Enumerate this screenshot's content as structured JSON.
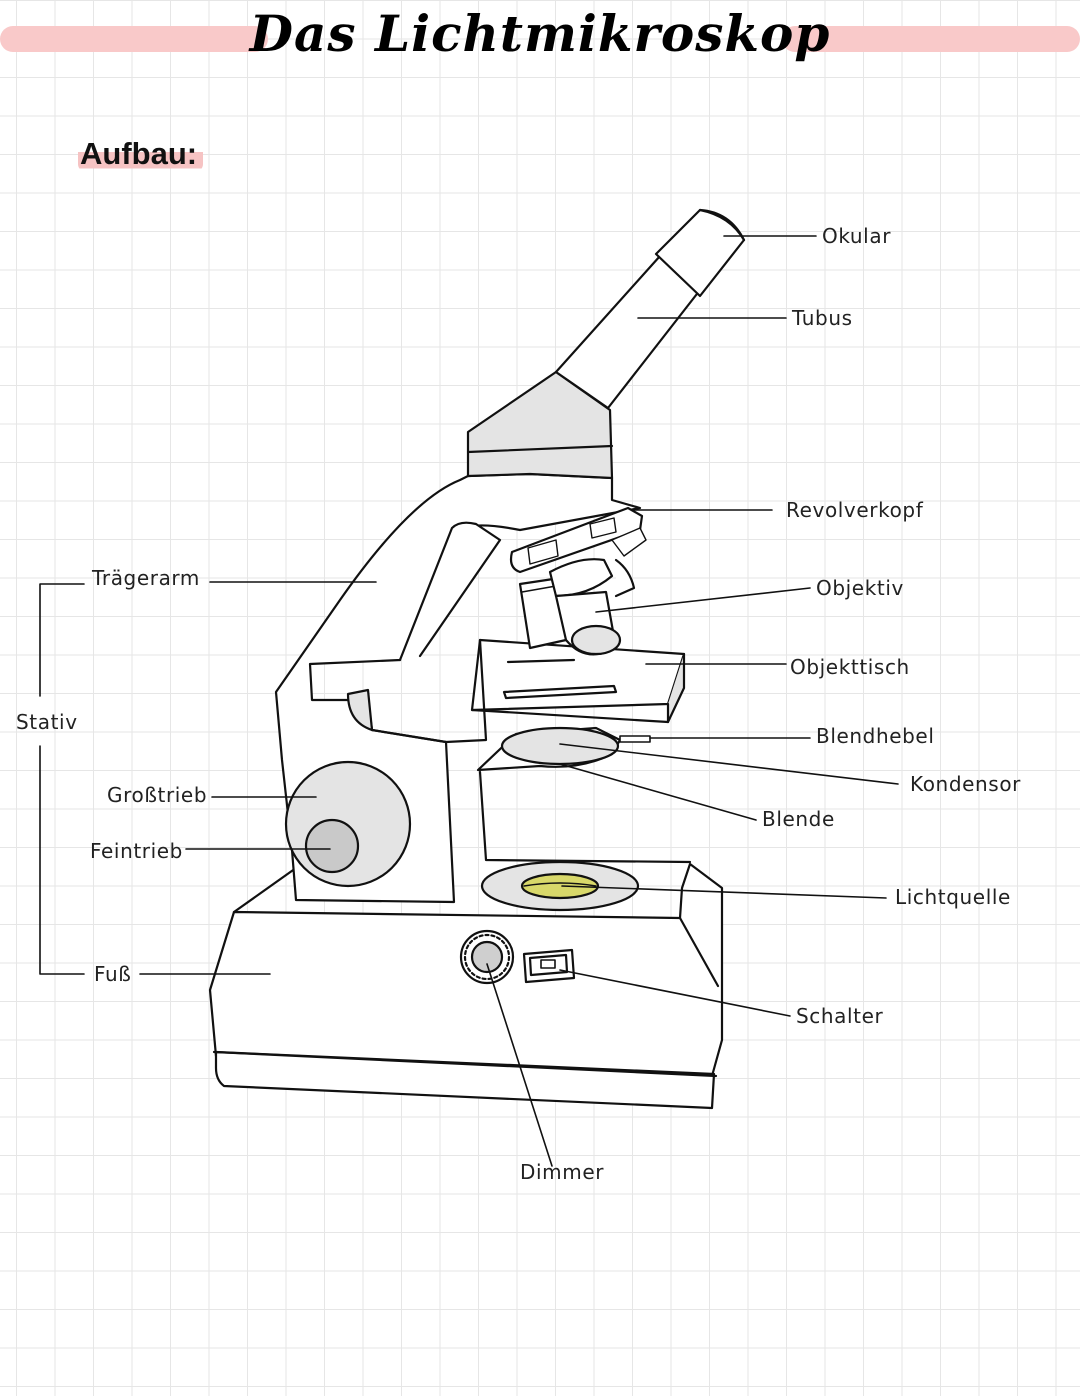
{
  "title": "Das Lichtmikroskop",
  "section_title": "Aufbau:",
  "colors": {
    "accent_band": "#f9c9c9",
    "highlight": "#f6c3c3",
    "light_source": "#d8d86a",
    "part_fill": "#e4e4e4"
  },
  "labels": {
    "okular": "Okular",
    "tubus": "Tubus",
    "revolverkopf": "Revolverkopf",
    "objektiv": "Objektiv",
    "objekttisch": "Objekttisch",
    "blendhebel": "Blendhebel",
    "kondensor": "Kondensor",
    "blende": "Blende",
    "lichtquelle": "Lichtquelle",
    "schalter": "Schalter",
    "dimmer": "Dimmer",
    "traegerarm": "Trägerarm",
    "stativ": "Stativ",
    "grosstrieb": "Großtrieb",
    "feintrieb": "Feintrieb",
    "fuss": "Fuß"
  }
}
